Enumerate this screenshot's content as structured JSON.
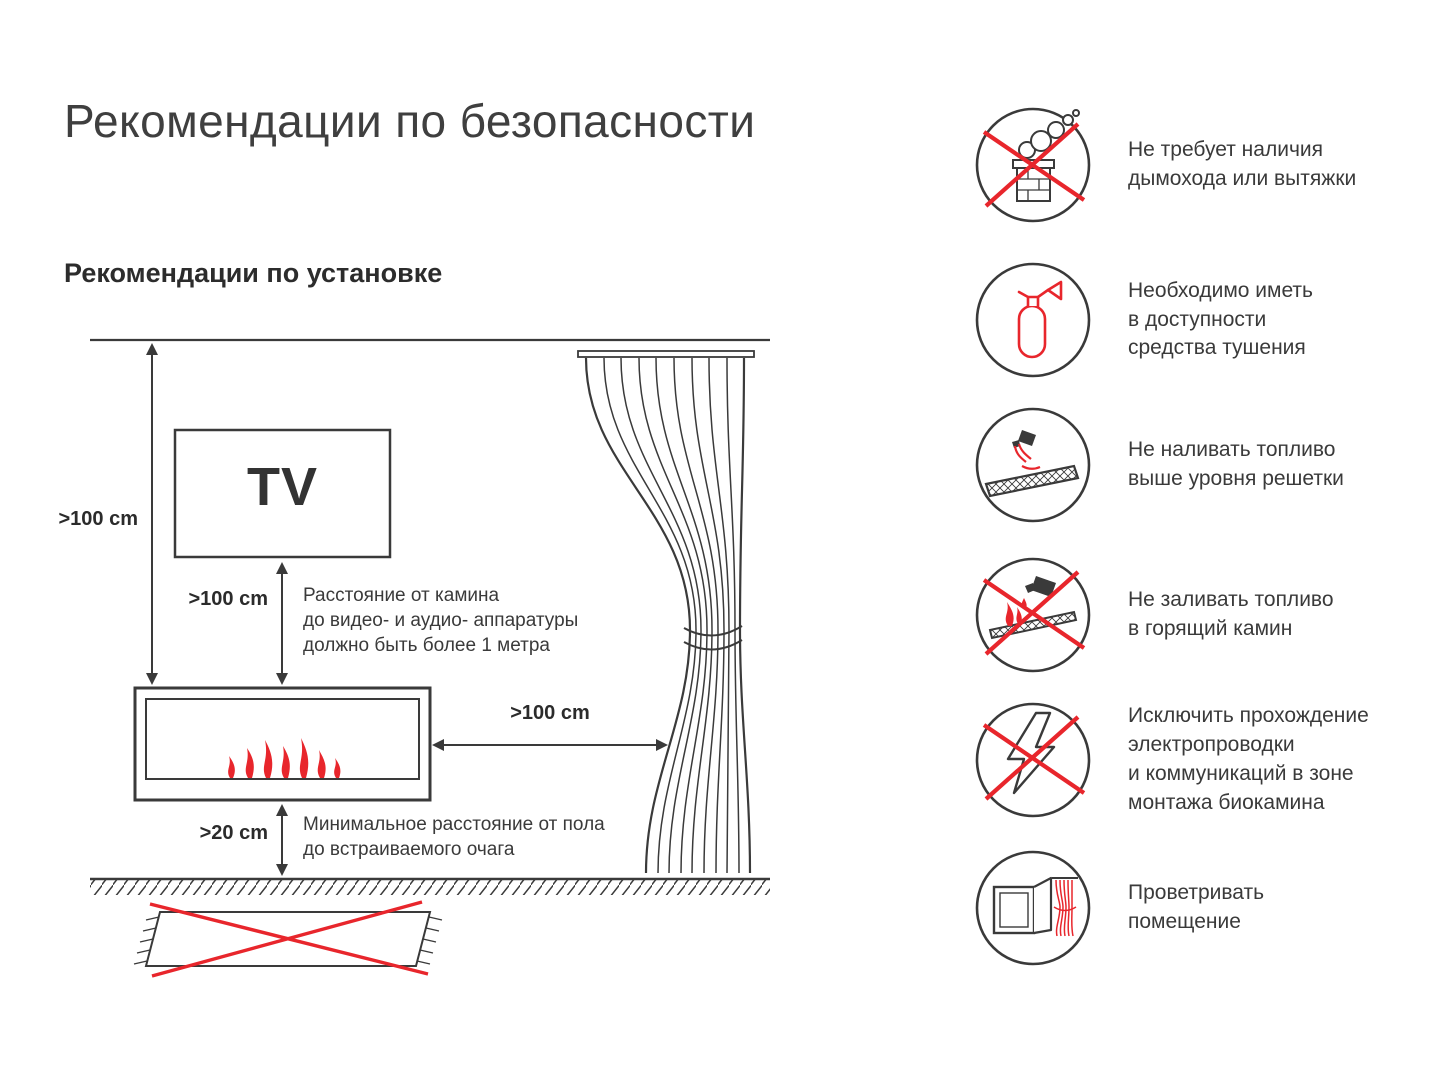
{
  "page": {
    "title": "Рекомендации по безопасности",
    "subtitle": "Рекомендации по установке"
  },
  "diagram": {
    "tv_label": "TV",
    "dims": {
      "ceiling_to_fireplace": ">100 cm",
      "tv_to_fireplace": ">100 cm",
      "fireplace_to_curtain": ">100 cm",
      "floor_to_fireplace": ">20 cm"
    },
    "notes": {
      "tv": "Расстояние от камина\nдо видео- и аудио- аппаратуры\nдолжно быть более 1 метра",
      "floor": "Минимальное расстояние от пола\nдо встраиваемого очага"
    }
  },
  "safety_items": [
    {
      "icon": "no-chimney-icon",
      "text": "Не требует наличия\nдымохода или вытяжки"
    },
    {
      "icon": "fire-extinguisher-icon",
      "text": "Необходимо иметь\nв доступности\nсредства тушения"
    },
    {
      "icon": "fuel-level-icon",
      "text": "Не наливать топливо\nвыше уровня решетки"
    },
    {
      "icon": "no-refuel-burning-icon",
      "text": "Не заливать топливо\nв горящий камин"
    },
    {
      "icon": "no-wiring-icon",
      "text": "Исключить прохождение\nэлектропроводки\nи коммуникаций в зоне\nмонтажа биокамина"
    },
    {
      "icon": "ventilation-icon",
      "text": "Проветривать\nпомещение"
    }
  ],
  "colors": {
    "accent_red": "#e8262c",
    "line_dark": "#3a3a3a"
  }
}
